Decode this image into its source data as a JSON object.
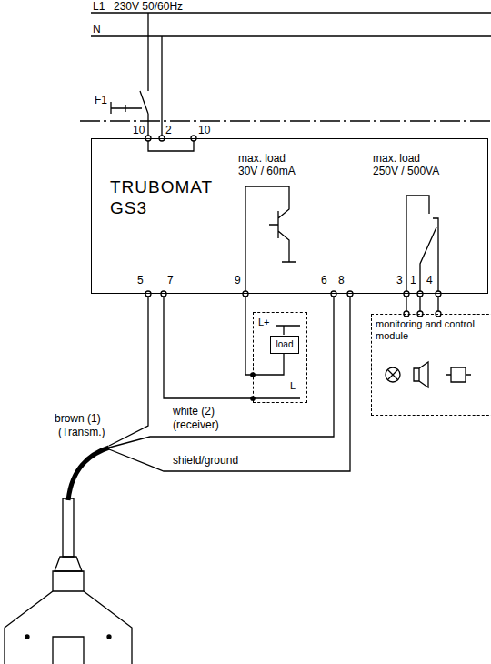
{
  "diagram": {
    "nodes": [
      {
        "text": [
          "TRUBOMAT GS3"
        ]
      },
      {
        "text": [
          "L+",
          "L-"
        ]
      },
      {
        "text": [
          "load"
        ],
        "in": 1
      },
      {
        "text": [
          "monitoring and control module"
        ]
      }
    ],
    "edges": [
      {
        "from": 0,
        "to": 1,
        "arrow": "none"
      },
      {
        "from": 0,
        "to": 1,
        "arrow": "none"
      },
      {
        "from": 0,
        "to": 3,
        "arrow": "none"
      },
      {
        "from": 0,
        "to": 3,
        "arrow": "none"
      },
      {
        "from": 0,
        "to": 3,
        "arrow": "none"
      }
    ],
    "labels": [
      "L1",
      "230V 50/60Hz",
      "N",
      "F1",
      "10",
      "2",
      "10",
      "max. load",
      "30V / 60mA",
      "max. load",
      "250V / 500VA",
      "5",
      "7",
      "9",
      "6",
      "8",
      "3",
      "1",
      "4",
      "brown (1)",
      "(Transm.)",
      "white (2)",
      "(receiver)",
      "shield/ground"
    ]
  }
}
